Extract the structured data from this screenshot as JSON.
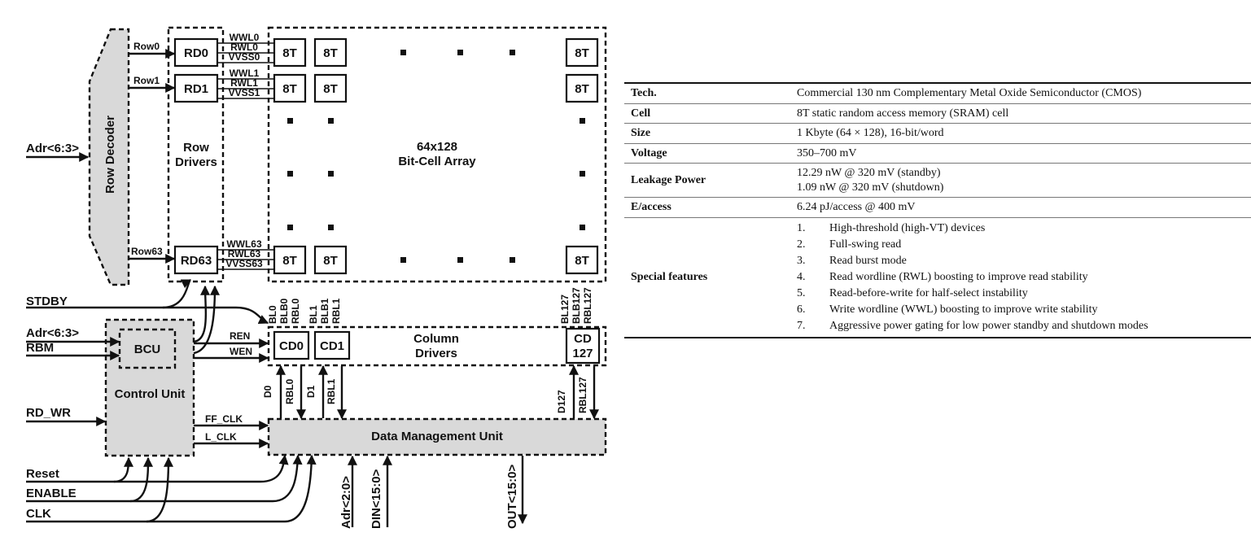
{
  "diagram": {
    "row_decoder": "Row Decoder",
    "row_signals": [
      "Row0",
      "Row1",
      "Row63"
    ],
    "row_driver_boxes": [
      "RD0",
      "RD1",
      "RD63"
    ],
    "row_drivers_label": [
      "Row",
      "Drivers"
    ],
    "wordlines": {
      "row0": [
        "WWL0",
        "RWL0",
        "VVSS0"
      ],
      "row1": [
        "WWL1",
        "RWL1",
        "VVSS1"
      ],
      "row63": [
        "WWL63",
        "RWL63",
        "VVSS63"
      ]
    },
    "cell_label": "8T",
    "array_label": [
      "64x128",
      "Bit-Cell Array"
    ],
    "bitlines": {
      "col0": [
        "BL0",
        "BLB0",
        "RBL0"
      ],
      "col1": [
        "BL1",
        "BLB1",
        "RBL1"
      ],
      "col127": [
        "BL127",
        "BLB127",
        "RBL127"
      ]
    },
    "column_driver_boxes": [
      "CD0",
      "CD1"
    ],
    "column_driver_127": [
      "CD",
      "127"
    ],
    "column_drivers_label": [
      "Column",
      "Drivers"
    ],
    "data_lines": {
      "col0": [
        "D0",
        "RBL0"
      ],
      "col1": [
        "D1",
        "RBL1"
      ],
      "col127": [
        "D127",
        "RBL127"
      ]
    },
    "data_management_unit": "Data Management Unit",
    "bcu": "BCU",
    "control_unit": "Control Unit",
    "control_outputs": [
      "REN",
      "WEN",
      "FF_CLK",
      "L_CLK"
    ],
    "inputs": {
      "adr_row": "Adr<6:3>",
      "stdby": "STDBY",
      "adr_cu": "Adr<6:3>",
      "rbm": "RBM",
      "rd_wr": "RD_WR",
      "reset": "Reset",
      "enable": "ENABLE",
      "clk": "CLK"
    },
    "bottom_ports": [
      "Adr<2:0>",
      "DIN<15:0>",
      "OUT<15:0>"
    ]
  },
  "spec_table": {
    "rows": [
      {
        "key": "Tech.",
        "value": [
          "Commercial 130 nm Complementary Metal Oxide Semiconductor (CMOS)"
        ]
      },
      {
        "key": "Cell",
        "value": [
          "8T static random access memory (SRAM) cell"
        ]
      },
      {
        "key": "Size",
        "value": [
          "1 Kbyte (64 × 128), 16-bit/word"
        ]
      },
      {
        "key": "Voltage",
        "value": [
          "350–700 mV"
        ]
      },
      {
        "key": "Leakage Power",
        "value": [
          "12.29 nW @ 320 mV (standby)",
          "1.09 nW @ 320 mV (shutdown)"
        ]
      },
      {
        "key": "E/access",
        "value": [
          "6.24 pJ/access @ 400 mV"
        ]
      }
    ],
    "features_key": "Special features",
    "features": [
      {
        "num": "1.",
        "text": "High-threshold (high-VT) devices"
      },
      {
        "num": "2.",
        "text": "Full-swing read"
      },
      {
        "num": "3.",
        "text": "Read burst mode"
      },
      {
        "num": "4.",
        "text": "Read wordline (RWL) boosting to improve read stability"
      },
      {
        "num": "5.",
        "text": "Read-before-write for half-select instability"
      },
      {
        "num": "6.",
        "text": "Write wordline (WWL) boosting to improve write stability"
      },
      {
        "num": "7.",
        "text": "Aggressive power gating for low power standby and shutdown modes"
      }
    ]
  }
}
